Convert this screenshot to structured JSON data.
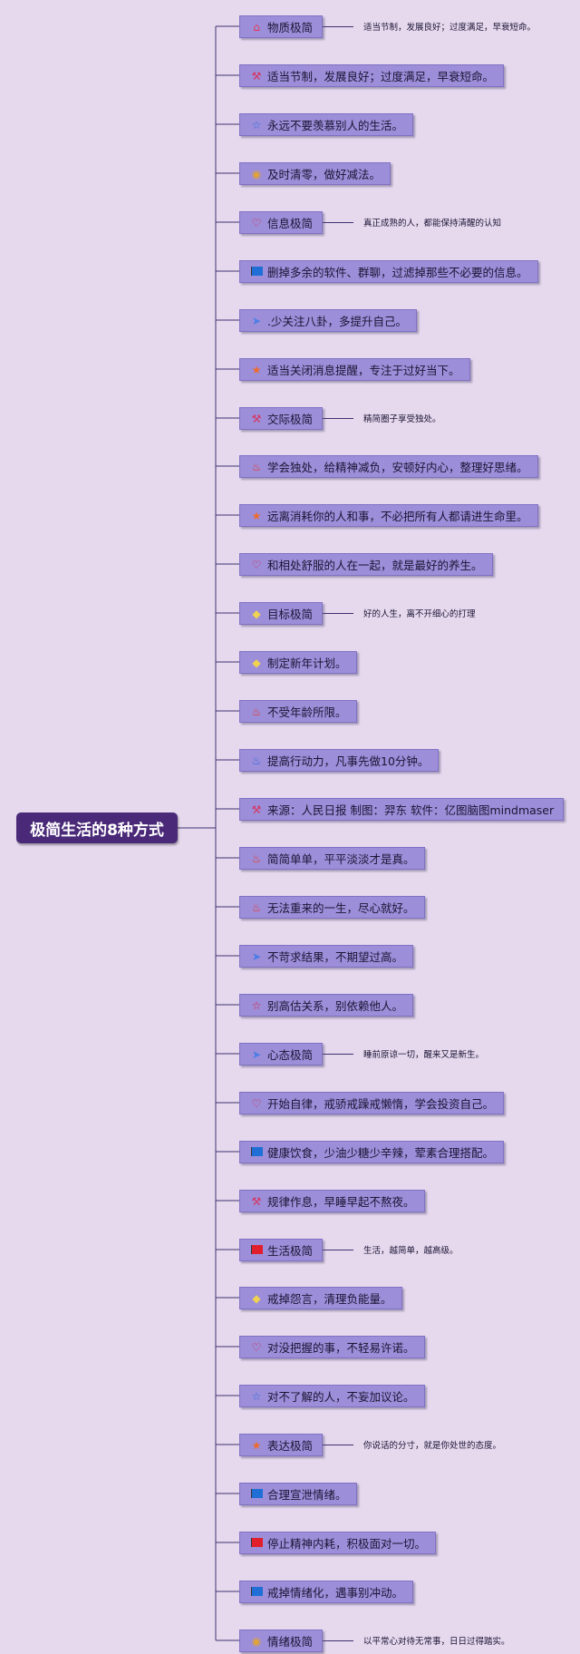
{
  "root": {
    "label": "极简生活的8种方式"
  },
  "nodes": [
    {
      "label": "物质极简",
      "icon": "home-icon",
      "note": "适当节制，发展良好；过度满足，早衰短命。"
    },
    {
      "label": "适当节制，发展良好；过度满足，早衰短命。",
      "icon": "tools-icon"
    },
    {
      "label": "永远不要羡慕别人的生活。",
      "icon": "star-outline-icon"
    },
    {
      "label": "及时清零，做好减法。",
      "icon": "medal-icon"
    },
    {
      "label": "信息极简",
      "icon": "heart-icon",
      "note": "真正成熟的人，都能保持清醒的认知"
    },
    {
      "label": "删掉多余的软件、群聊，过滤掉那些不必要的信息。",
      "icon": "blue-flag-icon"
    },
    {
      "label": ".少关注八卦，多提升自己。",
      "icon": "paper-plane-icon"
    },
    {
      "label": "适当关闭消息提醒，专注于过好当下。",
      "icon": "orange-star-icon"
    },
    {
      "label": "交际极简",
      "icon": "tools-icon",
      "note": "精简圈子享受独处。"
    },
    {
      "label": "学会独处，给精神减负，安顿好内心，整理好思绪。",
      "icon": "fire-icon"
    },
    {
      "label": "远离消耗你的人和事，不必把所有人都请进生命里。",
      "icon": "orange-star-icon"
    },
    {
      "label": "和相处舒服的人在一起，就是最好的养生。",
      "icon": "heart-icon"
    },
    {
      "label": "目标极简",
      "icon": "diamond-icon",
      "note": "好的人生，离不开细心的打理"
    },
    {
      "label": "制定新年计划。",
      "icon": "diamond-icon"
    },
    {
      "label": "不受年龄所限。",
      "icon": "fire-icon"
    },
    {
      "label": "提高行动力，凡事先做10分钟。",
      "icon": "blue-fire-icon"
    },
    {
      "label": "来源：人民日报 制图：羿东 软件：亿图脑图mindmaser",
      "icon": "tools-icon"
    },
    {
      "label": "简简单单，平平淡淡才是真。",
      "icon": "fire-icon"
    },
    {
      "label": "无法重来的一生，尽心就好。",
      "icon": "fire-icon"
    },
    {
      "label": "不苛求结果，不期望过高。",
      "icon": "paper-plane-icon"
    },
    {
      "label": "别高估关系，别依赖他人。",
      "icon": "red-star-outline-icon"
    },
    {
      "label": "心态极简",
      "icon": "paper-plane-icon",
      "note": "睡前原谅一切，醒来又是新生。"
    },
    {
      "label": "开始自律，戒骄戒躁戒懒惰，学会投资自己。",
      "icon": "heart-icon"
    },
    {
      "label": "健康饮食，少油少糖少辛辣，荤素合理搭配。",
      "icon": "blue-flag-icon"
    },
    {
      "label": "规律作息，早睡早起不熬夜。",
      "icon": "tools-icon"
    },
    {
      "label": "生活极简",
      "icon": "red-flag-icon",
      "note": "生活，越简单，越高级。"
    },
    {
      "label": "戒掉怨言，清理负能量。",
      "icon": "diamond-icon"
    },
    {
      "label": "对没把握的事，不轻易许诺。",
      "icon": "heart-icon"
    },
    {
      "label": "对不了解的人，不妄加议论。",
      "icon": "star-outline-icon"
    },
    {
      "label": "表达极简",
      "icon": "orange-star-icon",
      "note": "你说话的分寸，就是你处世的态度。"
    },
    {
      "label": "合理宣泄情绪。",
      "icon": "blue-flag-icon"
    },
    {
      "label": "停止精神内耗，积极面对一切。",
      "icon": "red-flag-icon"
    },
    {
      "label": "戒掉情绪化，遇事别冲动。",
      "icon": "blue-flag-icon"
    },
    {
      "label": "情绪极简",
      "icon": "medal-icon",
      "note": "以平常心对待无常事，日日过得踏实。"
    }
  ],
  "colors": {
    "background": "#e6d9ee",
    "root": "#4a2a78",
    "node": "#9c8ed8",
    "line": "#3f3270"
  }
}
